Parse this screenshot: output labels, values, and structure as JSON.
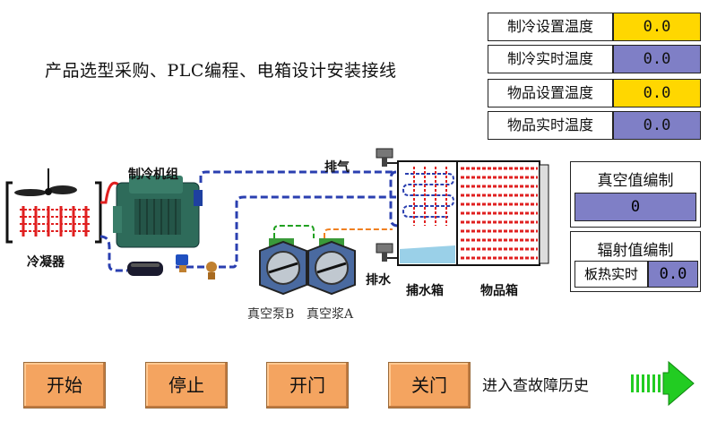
{
  "header": {
    "title": "产品选型采购、PLC编程、电箱设计安装接线"
  },
  "temps": [
    {
      "label": "制冷设置温度",
      "value": "0.0",
      "color": "#ffd700"
    },
    {
      "label": "制冷实时温度",
      "value": "0.0",
      "color": "#7f7fc6"
    },
    {
      "label": "物品设置温度",
      "value": "0.0",
      "color": "#ffd700"
    },
    {
      "label": "物品实时温度",
      "value": "0.0",
      "color": "#7f7fc6"
    }
  ],
  "vacuum": {
    "title": "真空值编制",
    "value": "0"
  },
  "radiation": {
    "title": "辐射值编制",
    "label": "板热实时",
    "value": "0.0"
  },
  "diagram": {
    "compressor": "制冷机组",
    "condenser": "冷凝器",
    "exhaust": "排气",
    "drain": "排水",
    "water_trap": "捕水箱",
    "item_box": "物品箱",
    "pump_b": "真空泵B",
    "pump_a": "真空浆A"
  },
  "buttons": {
    "start": "开始",
    "stop": "停止",
    "open": "开门",
    "close": "关门"
  },
  "history": {
    "label": "进入查故障历史"
  }
}
